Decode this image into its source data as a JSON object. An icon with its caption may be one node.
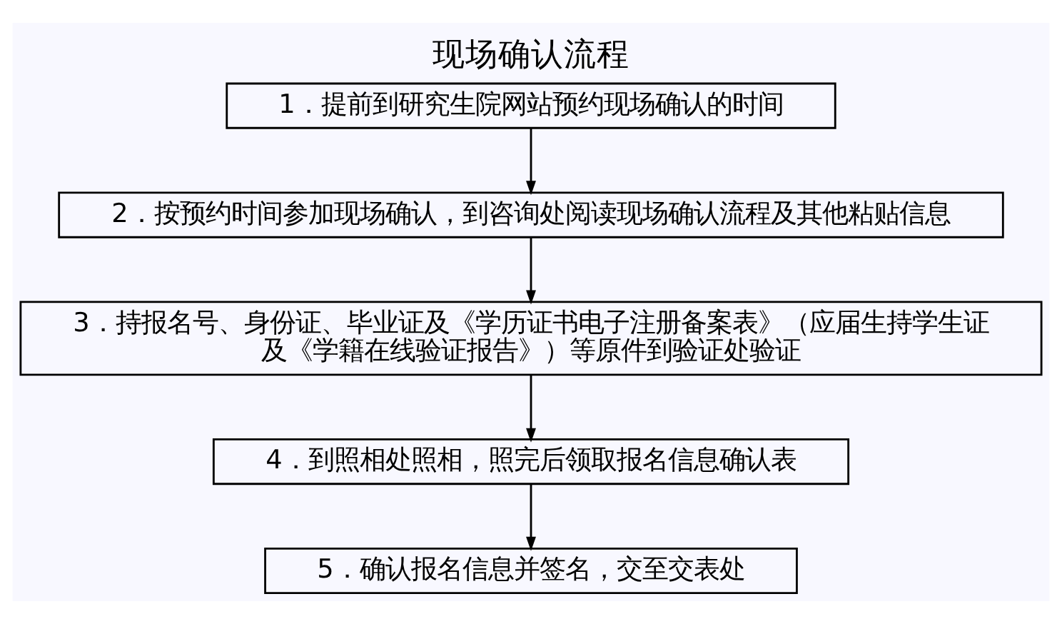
{
  "diagram": {
    "title": "现场确认流程",
    "nodes": [
      {
        "text": [
          "1．提前到研究生院网站预约现场确认的时间"
        ]
      },
      {
        "text": [
          "2．按预约时间参加现场确认，到咨询处阅读现场确认流程及其他粘贴信息"
        ]
      },
      {
        "text": [
          "3．持报名号、身份证、毕业证及《学历证书电子注册备案表》（应届生持学生证及《学籍在线验证报告》）等原件到验证处验证"
        ]
      },
      {
        "text": [
          "4．到照相处照相，照完后领取报名信息确认表"
        ]
      },
      {
        "text": [
          "5．确认报名信息并签名，交至交表处"
        ]
      }
    ],
    "edges": [
      {
        "from": 0,
        "to": 1,
        "arrow": "to"
      },
      {
        "from": 1,
        "to": 2,
        "arrow": "to"
      },
      {
        "from": 2,
        "to": 3,
        "arrow": "to"
      },
      {
        "from": 3,
        "to": 4,
        "arrow": "to"
      }
    ]
  }
}
